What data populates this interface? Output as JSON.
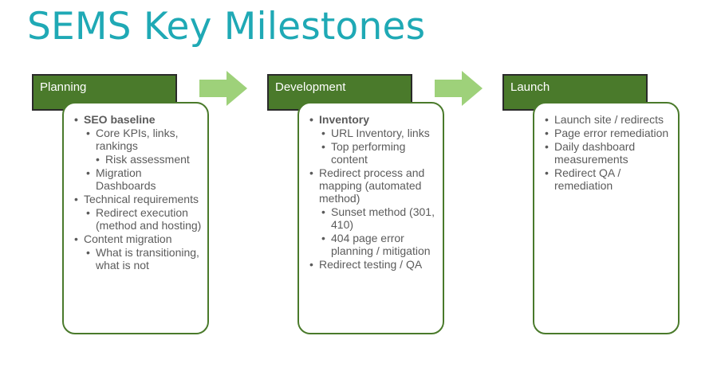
{
  "title": "SEMS Key Milestones",
  "colors": {
    "title": "#1fa9b5",
    "header_fill": "#4a7a2b",
    "arrow_fill": "#9ed17a",
    "box_border": "#4a7a2b"
  },
  "phases": [
    {
      "name": "Planning",
      "items": [
        {
          "text": "SEO baseline",
          "level": 1,
          "bold": true
        },
        {
          "text": "Core KPIs, links, rankings",
          "level": 2
        },
        {
          "text": "Risk assessment",
          "level": 3
        },
        {
          "text": "Migration Dashboards",
          "level": 2
        },
        {
          "text": "Technical requirements",
          "level": 1
        },
        {
          "text": "Redirect execution (method and hosting)",
          "level": 2
        },
        {
          "text": "Content migration",
          "level": 1
        },
        {
          "text": "What is transitioning, what is not",
          "level": 2
        }
      ]
    },
    {
      "name": "Development",
      "items": [
        {
          "text": "Inventory",
          "level": 1,
          "bold": true
        },
        {
          "text": "URL Inventory, links",
          "level": 2
        },
        {
          "text": "Top performing content",
          "level": 2
        },
        {
          "text": "Redirect process and mapping (automated method)",
          "level": 1
        },
        {
          "text": "Sunset method (301, 410)",
          "level": 2
        },
        {
          "text": "404 page error planning / mitigation",
          "level": 2
        },
        {
          "text": "Redirect testing / QA",
          "level": 1
        }
      ]
    },
    {
      "name": "Launch",
      "items": [
        {
          "text": "Launch site / redirects",
          "level": 1
        },
        {
          "text": "Page error remediation",
          "level": 1
        },
        {
          "text": "Daily dashboard measurements",
          "level": 1
        },
        {
          "text": "Redirect QA / remediation",
          "level": 1
        }
      ]
    }
  ]
}
